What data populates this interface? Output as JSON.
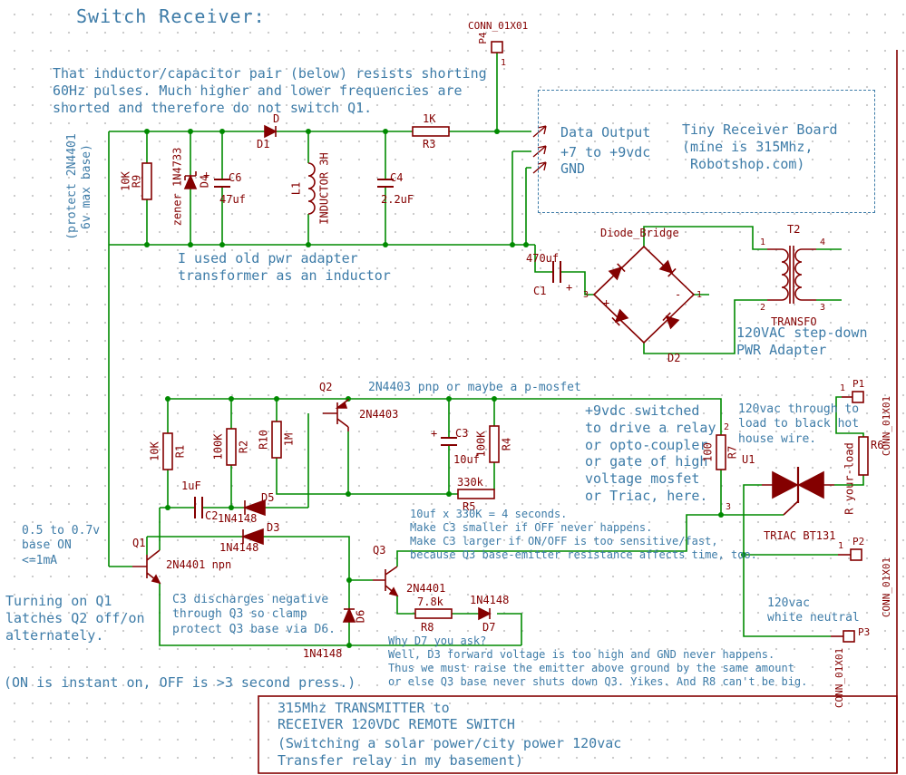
{
  "colors": {
    "wire": "#008A00",
    "component": "#840000",
    "note": "#3E7CA8",
    "grid": "#C9C9C9"
  },
  "heading": {
    "title": "Switch Receiver:"
  },
  "notes": {
    "filter": "That inductor/capacitor pair (below) resists shorting\n60Hz pulses. Much higher and lower frequencies are\nshorted and therefore do not switch Q1.",
    "protect": "(protect 2N4401\n6v max base)",
    "outputs": [
      "Data Output",
      "+7 to +9vdc",
      "GND"
    ],
    "receiver_board": "Tiny Receiver Board\n(mine is 315Mhz,\n Robotshop.com)",
    "inductor": "I used old pwr adapter\ntransformer as an inductor",
    "adapter": "120VAC step-down\nPWR Adapter",
    "pnp": "2N4403 pnp or maybe a p-mosfet",
    "switched": "+9vdc switched\nto drive a relay\nor opto-coupler\nor gate of high\nvoltage mosfet\nor Triac, here.",
    "load": "120vac through to\nload to black hot\nhouse wire.",
    "base_on": "0.5 to 0.7v\nbase ON\n<=1mA",
    "latch": "Turning on Q1\nlatches Q2 off/on\nalternately.",
    "discharge": "C3 discharges negative\nthrough Q3 so clamp\nprotect Q3 base via D6.",
    "timing": "10uf x 330K = 4 seconds.\nMake C3 smaller if OFF never happens.\nMake C3 larger if ON/OFF is too sensitive/fast,\nbecause Q3 base-emitter resistance affects time, too.",
    "press": "(ON is instant on, OFF is >3 second press.)",
    "why_d7": "Why D7 you ask?\nWell, D3 forward voltage is too high and GND never happens.\nThus we must raise the emitter above ground by the same amount\nor else Q3 base never shuts down Q3. Yikes. And R8 can't be big.",
    "neutral": "120vac\nwhite neutral"
  },
  "title_block": {
    "line1": "315Mhz TRANSMITTER to",
    "line2": "RECEIVER 120VDC REMOTE SWITCH",
    "line3": "(Switching a solar power/city power 120vac",
    "line4": "Transfer relay in my basement)"
  },
  "components": {
    "p4": {
      "ref": "P4",
      "value": "CONN_01X01",
      "pin": "1"
    },
    "d1": {
      "ref": "D1",
      "value": "D"
    },
    "r3": {
      "ref": "R3",
      "value": "1K"
    },
    "r9": {
      "ref": "R9",
      "value": "10K"
    },
    "d4": {
      "ref": "D4",
      "value": "zener 1N4733"
    },
    "c6": {
      "ref": "C6",
      "value": "47uf",
      "plus": "+"
    },
    "l1": {
      "ref": "L1",
      "value": "INDUCTOR 3H"
    },
    "c4": {
      "ref": "C4",
      "value": "2.2uF"
    },
    "c1": {
      "ref": "C1",
      "value": "470uf",
      "plus": "+"
    },
    "d2": {
      "ref": "D2",
      "value": "Diode_Bridge",
      "pin_left": "3",
      "pin_right": "1",
      "plus": "+",
      "minus": "-"
    },
    "t2": {
      "ref": "T2",
      "value": "TRANSFO",
      "pins": [
        "1",
        "2",
        "3",
        "4"
      ]
    },
    "q2": {
      "ref": "Q2",
      "value": "2N4403"
    },
    "r1": {
      "ref": "R1",
      "value": "10K"
    },
    "r2": {
      "ref": "R2",
      "value": "100K"
    },
    "r10": {
      "ref": "R10",
      "value": "1M"
    },
    "c3": {
      "ref": "C3",
      "value": "10uf",
      "plus": "+"
    },
    "r4": {
      "ref": "R4",
      "value": "100K"
    },
    "r5": {
      "ref": "R5",
      "value": "330k"
    },
    "c2": {
      "ref": "C2",
      "value": "1uF"
    },
    "d5": {
      "ref": "D5",
      "value": "1N4148"
    },
    "d3": {
      "ref": "D3",
      "value": "1N4148"
    },
    "q1": {
      "ref": "Q1",
      "value": "2N4401 npn"
    },
    "q3": {
      "ref": "Q3",
      "value": "2N4401"
    },
    "d6": {
      "ref": "D6",
      "value": "1N4148"
    },
    "r8": {
      "ref": "R8",
      "value": "7.8k"
    },
    "d7": {
      "ref": "D7",
      "value": "1N4148"
    },
    "r7": {
      "ref": "R7",
      "value": "100",
      "pin": "2"
    },
    "u1": {
      "ref": "U1",
      "value": "TRIAC BT131",
      "gate_pin": "3"
    },
    "r6": {
      "ref": "R6",
      "value": "R your-load"
    },
    "p1": {
      "ref": "P1",
      "value": "CONN_01X01",
      "pin": "1"
    },
    "p2": {
      "ref": "P2",
      "value": "CONN_01X01",
      "pin": "1"
    },
    "p3": {
      "ref": "P3",
      "value": "CONN_01X01"
    }
  }
}
